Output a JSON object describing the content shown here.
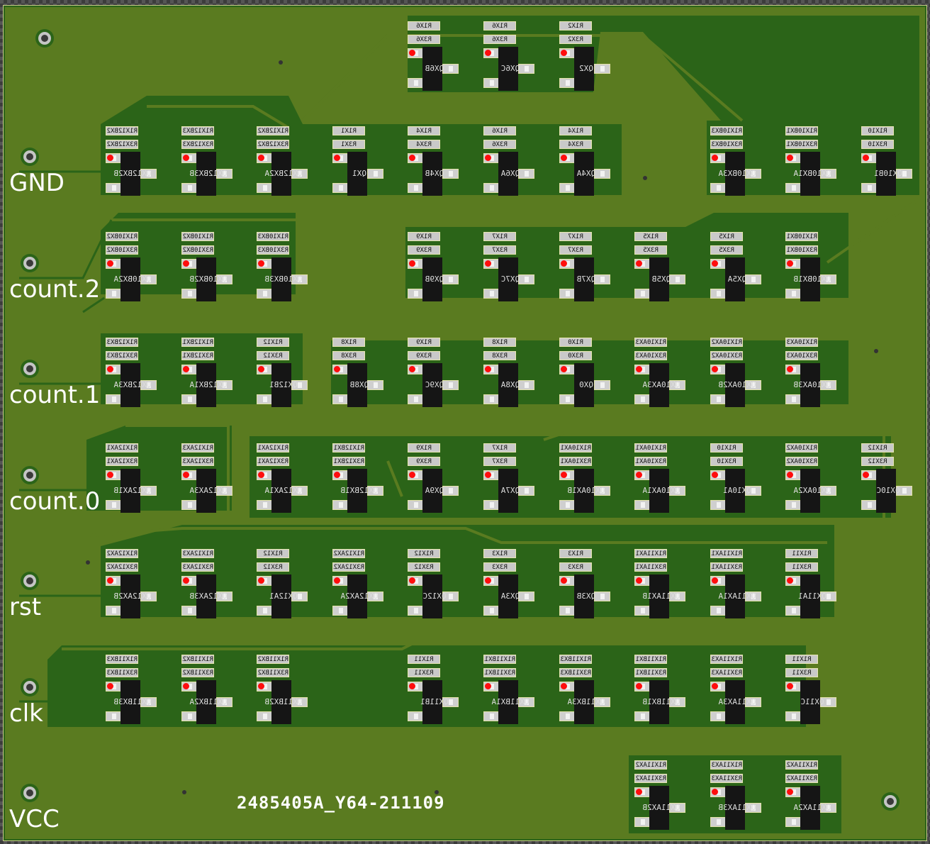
{
  "connectors": [
    "GND",
    "count.2",
    "count.1",
    "count.0",
    "rst",
    "clk",
    "VCC"
  ],
  "board_text": "2485405A_Y64-211109",
  "colors": {
    "board": "#5a7b20",
    "copper_pour": "#2b6418",
    "chip": "#151515",
    "pin1_marker": "#ff0d0d",
    "silkscreen": "#ffffff"
  },
  "rows": [
    [
      {
        "q": "QX6B",
        "r": [
          "R1X6",
          "R3X6"
        ]
      },
      {
        "q": "QX6C",
        "r": [
          "R1X6",
          "R3X6"
        ]
      },
      {
        "q": "QX2",
        "r": [
          "R1X2",
          "R3X2"
        ]
      }
    ],
    [
      {
        "q": "QX12BX2B",
        "r": [
          "R1X12BX2B",
          "R3X12BX2B"
        ]
      },
      {
        "q": "QX12BX3B",
        "r": [
          "R1X12BX3B",
          "R3X12BX3B"
        ]
      },
      {
        "q": "QX12BX2A",
        "r": [
          "R1X12BX2A",
          "R3X12BX2A"
        ]
      },
      {
        "q": "QX1",
        "r": [
          "R1X1",
          "R3X1"
        ]
      },
      {
        "q": "QX4B",
        "r": [
          "R1X4",
          "R3X4"
        ]
      },
      {
        "q": "QX6A",
        "r": [
          "R1X6",
          "R3X6"
        ]
      },
      {
        "q": "QX4A",
        "r": [
          "R1X4",
          "R3X4"
        ]
      },
      {
        "q": "QX10BX3A",
        "r": [
          "R1X10BX3A",
          "R3X10BX3A"
        ]
      },
      {
        "q": "QX10BX1A",
        "r": [
          "R1X10BX1A",
          "R3X10BX1A"
        ]
      },
      {
        "q": "QX10B1",
        "r": [
          "R1X10",
          "R3X10"
        ]
      }
    ],
    [
      {
        "q": "QX10BX2A",
        "r": [
          "R1X10BX2A",
          "R3X10BX2A"
        ]
      },
      {
        "q": "QX10BX2B",
        "r": [
          "R1X10BX2B",
          "R3X10BX2B"
        ]
      },
      {
        "q": "QX10BX3B",
        "r": [
          "R1X10BX3B",
          "R3X10BX3B"
        ]
      },
      {
        "q": "QX9B",
        "r": [
          "R1X9",
          "R3X9"
        ]
      },
      {
        "q": "QX7C",
        "r": [
          "R1X7",
          "R3X7"
        ]
      },
      {
        "q": "QX7B",
        "r": [
          "R1X7",
          "R3X7"
        ]
      },
      {
        "q": "QX5B",
        "r": [
          "R1X5",
          "R3X5"
        ]
      },
      {
        "q": "QX5A",
        "r": [
          "R1X5",
          "R3X5"
        ]
      },
      {
        "q": "QX10BX1B",
        "r": [
          "R1X10BX1B",
          "R3X10BX1B"
        ]
      }
    ],
    [
      {
        "q": "QX12BX3A",
        "r": [
          "R1X12BX3A",
          "R3X12BX3A"
        ]
      },
      {
        "q": "QX12BX1A",
        "r": [
          "R1X12BX1A",
          "R3X12BX1A"
        ]
      },
      {
        "q": "QX12B1",
        "r": [
          "R1X12",
          "R3X12"
        ]
      },
      {
        "q": "QX8B",
        "r": [
          "R1X8",
          "R3X8"
        ]
      },
      {
        "q": "QX9C",
        "r": [
          "R1X9",
          "R3X9"
        ]
      },
      {
        "q": "QX8A",
        "r": [
          "R1X8",
          "R3X8"
        ]
      },
      {
        "q": "QX0",
        "r": [
          "R1X0",
          "R3X0"
        ]
      },
      {
        "q": "QX10AX3A",
        "r": [
          "R1X10AX3A",
          "R3X10AX3A"
        ]
      },
      {
        "q": "QX10AX2B",
        "r": [
          "R1X10AX2B",
          "R3X10AX2B"
        ]
      },
      {
        "q": "QX10AX3B",
        "r": [
          "R1X10AX3B",
          "R3X10AX3B"
        ]
      }
    ],
    [
      {
        "q": "QX12AX1B",
        "r": [
          "R1X12AX1B",
          "R3X12AX1B"
        ]
      },
      {
        "q": "QX12AX3A",
        "r": [
          "R1X12AX3A",
          "R3X12AX3A"
        ]
      },
      {
        "q": "QX12AX1A",
        "r": [
          "R1X12AX1A",
          "R3X12AX1A"
        ]
      },
      {
        "q": "QX12BX1B",
        "r": [
          "R1X12BX1B",
          "R3X12BX1B"
        ]
      },
      {
        "q": "QX9A",
        "r": [
          "R1X9",
          "R3X9"
        ]
      },
      {
        "q": "QX7A",
        "r": [
          "R1X7",
          "R3X7"
        ]
      },
      {
        "q": "QX10AX1B",
        "r": [
          "R1X10AX1B",
          "R3X10AX1B"
        ]
      },
      {
        "q": "QX10AX1A",
        "r": [
          "R1X10AX1A",
          "R3X10AX1A"
        ]
      },
      {
        "q": "QX10A1",
        "r": [
          "R1X10",
          "R3X10"
        ]
      },
      {
        "q": "QX10AX2A",
        "r": [
          "R1X10AX2A",
          "R3X10AX2A"
        ]
      },
      {
        "q": "QX10C",
        "r": [
          "R1X12",
          "R3X12"
        ]
      }
    ],
    [
      {
        "q": "QX12AX2B",
        "r": [
          "R1X12AX2B",
          "R3X12AX2B"
        ]
      },
      {
        "q": "QX12AX3B",
        "r": [
          "R1X12AX3B",
          "R3X12AX3B"
        ]
      },
      {
        "q": "QX12A1",
        "r": [
          "R1X12",
          "R3X12"
        ]
      },
      {
        "q": "QX12AX2A",
        "r": [
          "R1X12AX2A",
          "R3X12AX2A"
        ]
      },
      {
        "q": "QX12C",
        "r": [
          "R1X12",
          "R3X12"
        ]
      },
      {
        "q": "QX3A",
        "r": [
          "R1X3",
          "R3X3"
        ]
      },
      {
        "q": "QX3B",
        "r": [
          "R1X3",
          "R3X3"
        ]
      },
      {
        "q": "QX11AX1B",
        "r": [
          "R1X11AX1B",
          "R3X11AX1B"
        ]
      },
      {
        "q": "QX11AX1A",
        "r": [
          "R1X11AX1A",
          "R3X11AX1A"
        ]
      },
      {
        "q": "QX11A1",
        "r": [
          "R1X11",
          "R3X11"
        ]
      }
    ],
    [
      {
        "q": "QX11BX3B",
        "r": [
          "R1X11BX3B",
          "R3X11BX3B"
        ]
      },
      {
        "q": "QX11BX2A",
        "r": [
          "R1X11BX2A",
          "R3X11BX2A"
        ]
      },
      {
        "q": "QX11BX2B",
        "r": [
          "R1X11BX2B",
          "R3X11BX2B"
        ]
      },
      {
        "q": "QX11B1",
        "r": [
          "R1X11",
          "R3X11"
        ]
      },
      {
        "q": "QX11BX1A",
        "r": [
          "R1X11BX1A",
          "R3X11BX1A"
        ]
      },
      {
        "q": "QX11BX3A",
        "r": [
          "R1X11BX3A",
          "R3X11BX3A"
        ]
      },
      {
        "q": "QX11BX1B",
        "r": [
          "R1X11BX1B",
          "R3X11BX1B"
        ]
      },
      {
        "q": "QX11AX3A",
        "r": [
          "R1X11AX3A",
          "R3X11AX3A"
        ]
      },
      {
        "q": "QX11C",
        "r": [
          "R1X11",
          "R3X11"
        ]
      }
    ],
    [
      {
        "q": "QX11AX2B",
        "r": [
          "R1X11AX2B",
          "R3X11AX2B"
        ]
      },
      {
        "q": "QX11AX3B",
        "r": [
          "R1X11AX3B",
          "R3X11AX3B"
        ]
      },
      {
        "q": "QX11AX2A",
        "r": [
          "R1X11AX2A",
          "R3X11AX2A"
        ]
      }
    ]
  ]
}
